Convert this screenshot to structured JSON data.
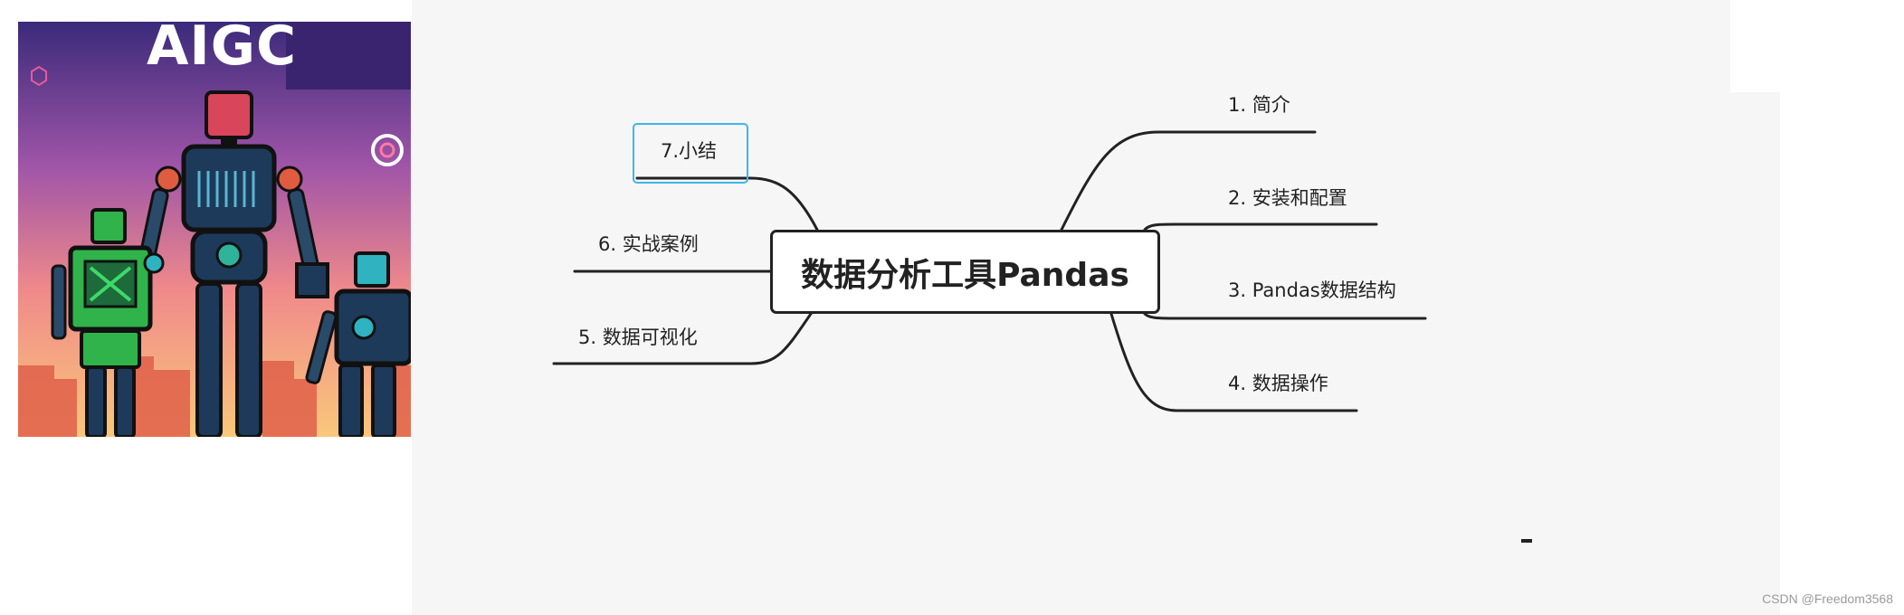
{
  "thumbnail": {
    "title": "AIGC",
    "icon": "robot-illustration"
  },
  "mindmap": {
    "center": "数据分析工具Pandas",
    "right_branches": [
      "1. 简介",
      "2. 安装和配置",
      "3. Pandas数据结构",
      "4. 数据操作"
    ],
    "left_branches": [
      "7.小结",
      "6. 实战案例",
      "5. 数据可视化"
    ],
    "selected": "7.小结",
    "colors": {
      "line": "#222222",
      "selection": "#3fb6e8",
      "canvas": "#f6f6f6"
    }
  },
  "watermark": "CSDN @Freedom3568"
}
